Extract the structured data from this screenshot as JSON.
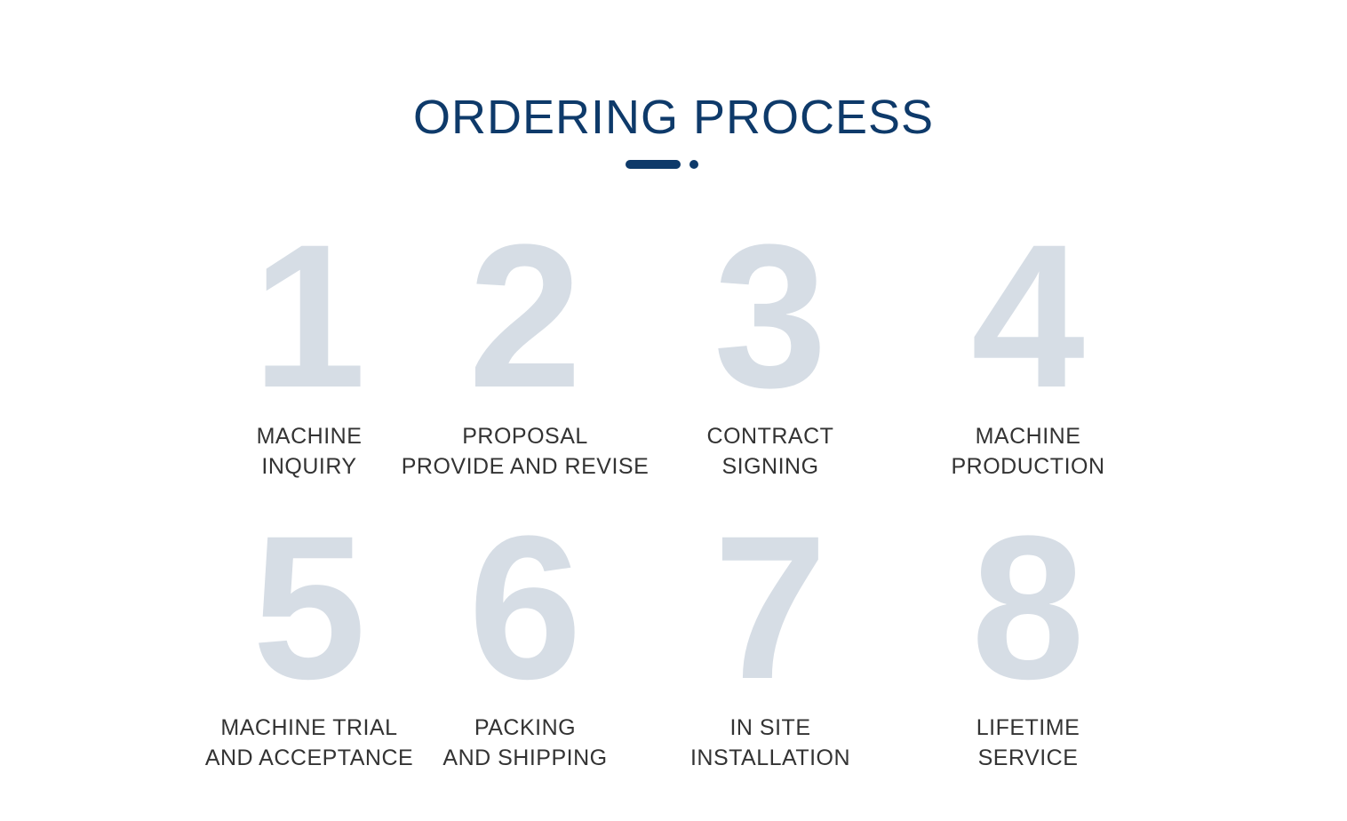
{
  "title": "ORDERING PROCESS",
  "colors": {
    "title": "#0e3a6a",
    "number": "#d6dde5",
    "label": "#333333"
  },
  "steps": [
    {
      "number": "1",
      "line1": "MACHINE",
      "line2": "INQUIRY"
    },
    {
      "number": "2",
      "line1": "PROPOSAL",
      "line2": "PROVIDE AND REVISE"
    },
    {
      "number": "3",
      "line1": "CONTRACT",
      "line2": "SIGNING"
    },
    {
      "number": "4",
      "line1": "MACHINE",
      "line2": "PRODUCTION"
    },
    {
      "number": "5",
      "line1": "MACHINE TRIAL",
      "line2": "AND ACCEPTANCE"
    },
    {
      "number": "6",
      "line1": "PACKING",
      "line2": "AND SHIPPING"
    },
    {
      "number": "7",
      "line1": "IN SITE",
      "line2": "INSTALLATION"
    },
    {
      "number": "8",
      "line1": "LIFETIME",
      "line2": "SERVICE"
    }
  ]
}
